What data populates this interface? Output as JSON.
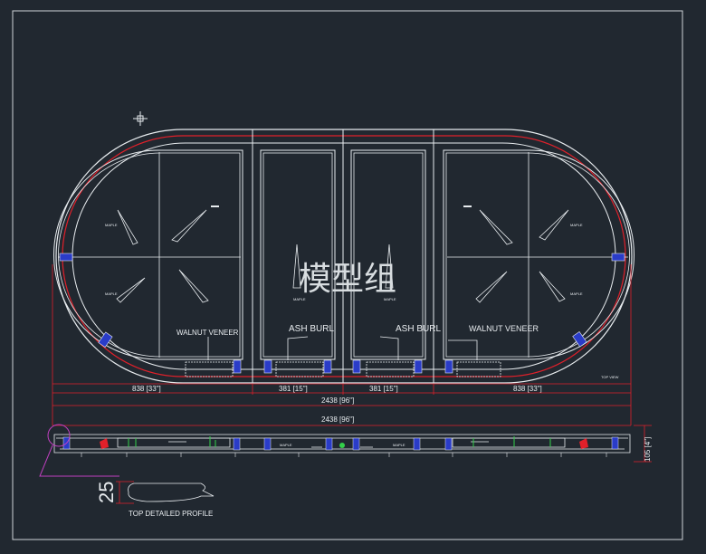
{
  "drawing": {
    "labels": {
      "walnut_left": "WALNUT VENEER",
      "ash_left": "ASH  BURL",
      "ash_right": "ASH  BURL",
      "walnut_right": "WALNUT VENEER",
      "maple": "MAPLE",
      "top_view": "TOP VIEW",
      "profile_caption": "TOP DETAILED PROFILE"
    },
    "dimensions": {
      "seg_left": "838 [33\"]",
      "seg_mid_left": "381 [15\"]",
      "seg_mid_right": "381 [15\"]",
      "seg_right": "838 [33\"]",
      "total_top": "2438 [96\"]",
      "total_side": "2438 [96\"]",
      "height": "105 [4\"]",
      "profile": "25"
    },
    "watermark": "模型组"
  },
  "colors": {
    "background": "#212830",
    "line": "#e8ecef",
    "red": "#e0202a",
    "blue": "#2a3cc8",
    "green": "#33d04a",
    "magenta": "#c040c0"
  }
}
